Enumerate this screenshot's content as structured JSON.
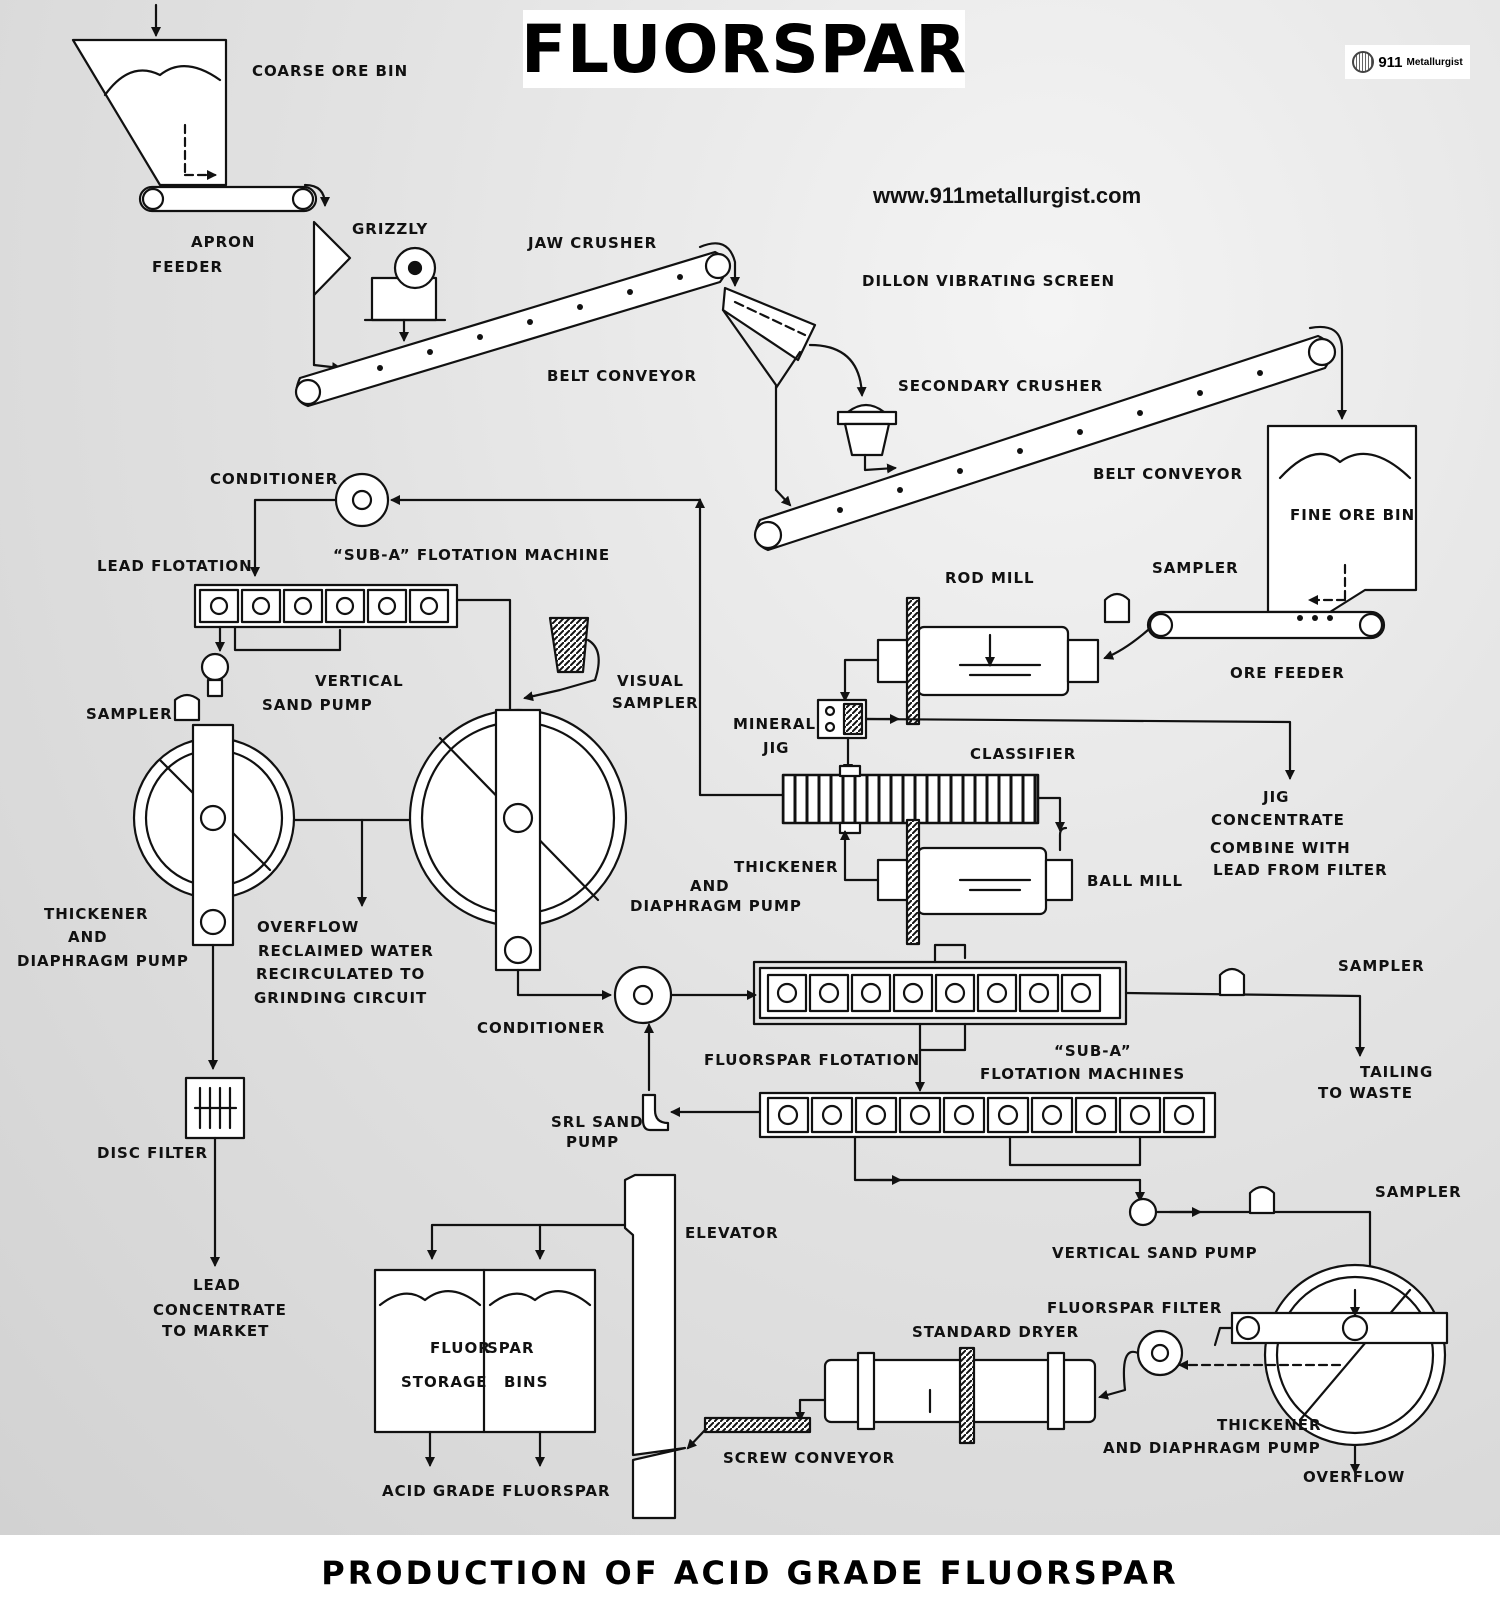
{
  "header": {
    "title": "FLUORSPAR",
    "logo_number": "911",
    "logo_word": "Metallurgist",
    "website": "www.911metallurgist.com"
  },
  "footer": {
    "caption": "PRODUCTION OF ACID GRADE FLUORSPAR"
  },
  "labels": {
    "coarse_ore_bin": "COARSE ORE BIN",
    "apron": "APRON",
    "feeder": "FEEDER",
    "grizzly": "GRIZZLY",
    "jaw_crusher": "JAW CRUSHER",
    "dillon_screen": "DILLON VIBRATING SCREEN",
    "belt_conveyor_1": "BELT CONVEYOR",
    "secondary_crusher": "SECONDARY CRUSHER",
    "belt_conveyor_2": "BELT CONVEYOR",
    "fine_ore_bin": "FINE ORE BIN",
    "conditioner_top": "CONDITIONER",
    "sub_a_flotation_machine": "“SUB-A” FLOTATION MACHINE",
    "lead_flotation": "LEAD FLOTATION",
    "rod_mill": "ROD MILL",
    "sampler_ore": "SAMPLER",
    "ore_feeder": "ORE FEEDER",
    "vertical": "VERTICAL",
    "sand_pump": "SAND PUMP",
    "visual": "VISUAL",
    "sampler_visual": "SAMPLER",
    "sampler_left": "SAMPLER",
    "mineral": "MINERAL",
    "jig": "JIG",
    "classifier": "CLASSIFIER",
    "jig_conc_1": "JIG",
    "jig_conc_2": "CONCENTRATE",
    "combine_1": "COMBINE  WITH",
    "combine_2": "LEAD  FROM   FILTER",
    "thickener_mid_1": "THICKENER",
    "thickener_mid_2": "AND",
    "thickener_mid_3": "DIAPHRAGM PUMP",
    "ball_mill": "BALL MILL",
    "thickener_left_1": "THICKENER",
    "thickener_left_2": "AND",
    "thickener_left_3": "DIAPHRAGM PUMP",
    "overflow_1": "OVERFLOW",
    "overflow_2": "RECLAIMED  WATER",
    "overflow_3": "RECIRCULATED  TO",
    "overflow_4": "GRINDING CIRCUIT",
    "sampler_right": "SAMPLER",
    "conditioner_mid": "CONDITIONER",
    "fluorspar_flotation": "FLUORSPAR FLOTATION",
    "sub_a_machines_1": "“SUB-A”",
    "sub_a_machines_2": "FLOTATION MACHINES",
    "tailing_1": "TAILING",
    "tailing_2": "TO WASTE",
    "srl_1": "SRL SAND",
    "srl_2": "PUMP",
    "disc_filter": "DISC FILTER",
    "elevator": "ELEVATOR",
    "sampler_lower": "SAMPLER",
    "lead_conc_1": "LEAD",
    "lead_conc_2": "CONCENTRATE",
    "lead_conc_3": "TO MARKET",
    "vertical_sand_pump": "VERTICAL SAND PUMP",
    "fluorspar_filter": "FLUORSPAR FILTER",
    "standard_dryer": "STANDARD DRYER",
    "storage_1a": "FLUOR",
    "storage_1b": "SPAR",
    "storage_2a": "STORAGE",
    "storage_2b": "BINS",
    "thickener_low_1": "THICKENER",
    "thickener_low_2": "AND DIAPHRAGM PUMP",
    "screw_conveyor": "SCREW CONVEYOR",
    "acid_grade": "ACID GRADE FLUORSPAR",
    "overflow_low": "OVERFLOW"
  }
}
